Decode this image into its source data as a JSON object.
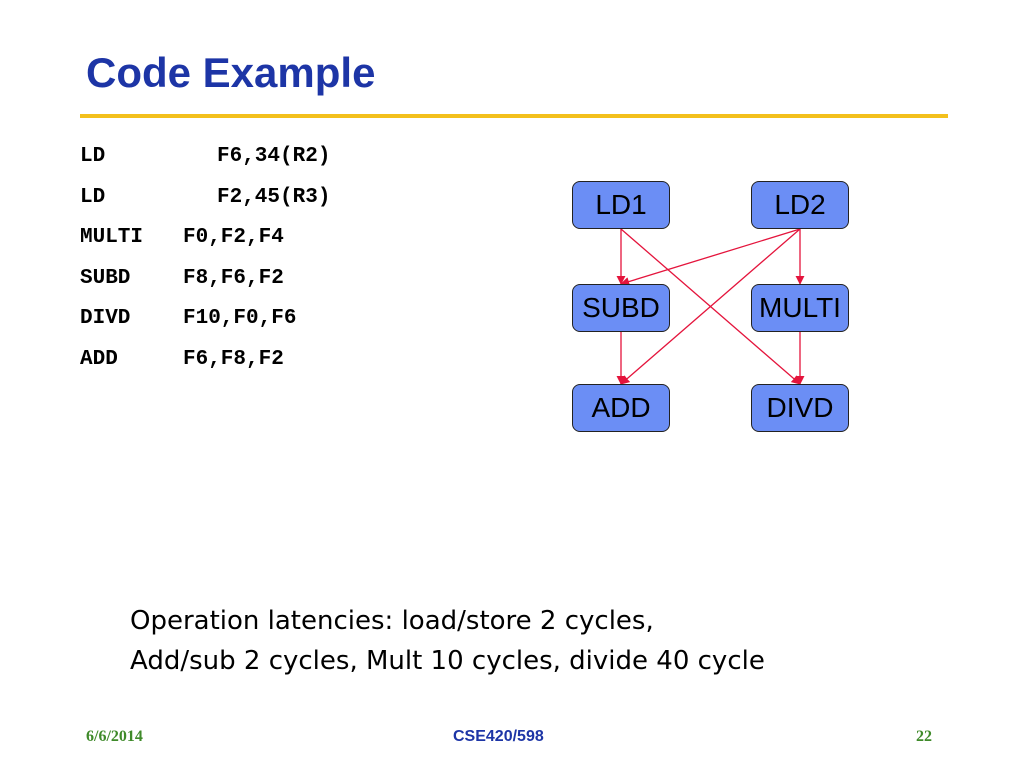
{
  "slide": {
    "title": "Code Example",
    "accent_color": "#1d35a6",
    "rule_color": "#f3c01c",
    "node_color": "#6b8ef5",
    "edge_color": "#e4143c"
  },
  "code": [
    {
      "op": "LD",
      "args": "F6,34(R2)"
    },
    {
      "op": "LD",
      "args": "F2,45(R3)"
    },
    {
      "op": "MULTI",
      "args": "F0,F2,F4"
    },
    {
      "op": "SUBD",
      "args": "F8,F6,F2"
    },
    {
      "op": "DIVD",
      "args": "F10,F0,F6"
    },
    {
      "op": "ADD",
      "args": "F6,F8,F2"
    }
  ],
  "diagram": {
    "nodes": [
      {
        "id": "ld1",
        "label": "LD1"
      },
      {
        "id": "ld2",
        "label": "LD2"
      },
      {
        "id": "subd",
        "label": "SUBD"
      },
      {
        "id": "multi",
        "label": "MULTI"
      },
      {
        "id": "add",
        "label": "ADD"
      },
      {
        "id": "divd",
        "label": "DIVD"
      }
    ],
    "edges": [
      {
        "from": "ld1",
        "to": "subd"
      },
      {
        "from": "ld1",
        "to": "divd"
      },
      {
        "from": "ld2",
        "to": "subd"
      },
      {
        "from": "ld2",
        "to": "multi"
      },
      {
        "from": "ld2",
        "to": "add"
      },
      {
        "from": "subd",
        "to": "add"
      },
      {
        "from": "multi",
        "to": "divd"
      }
    ]
  },
  "note": {
    "line1": "Operation latencies: load/store 2 cycles,",
    "line2": "Add/sub 2 cycles, Mult 10 cycles, divide 40 cycle"
  },
  "footer": {
    "date": "6/6/2014",
    "course": "CSE420/598",
    "page": "22"
  }
}
